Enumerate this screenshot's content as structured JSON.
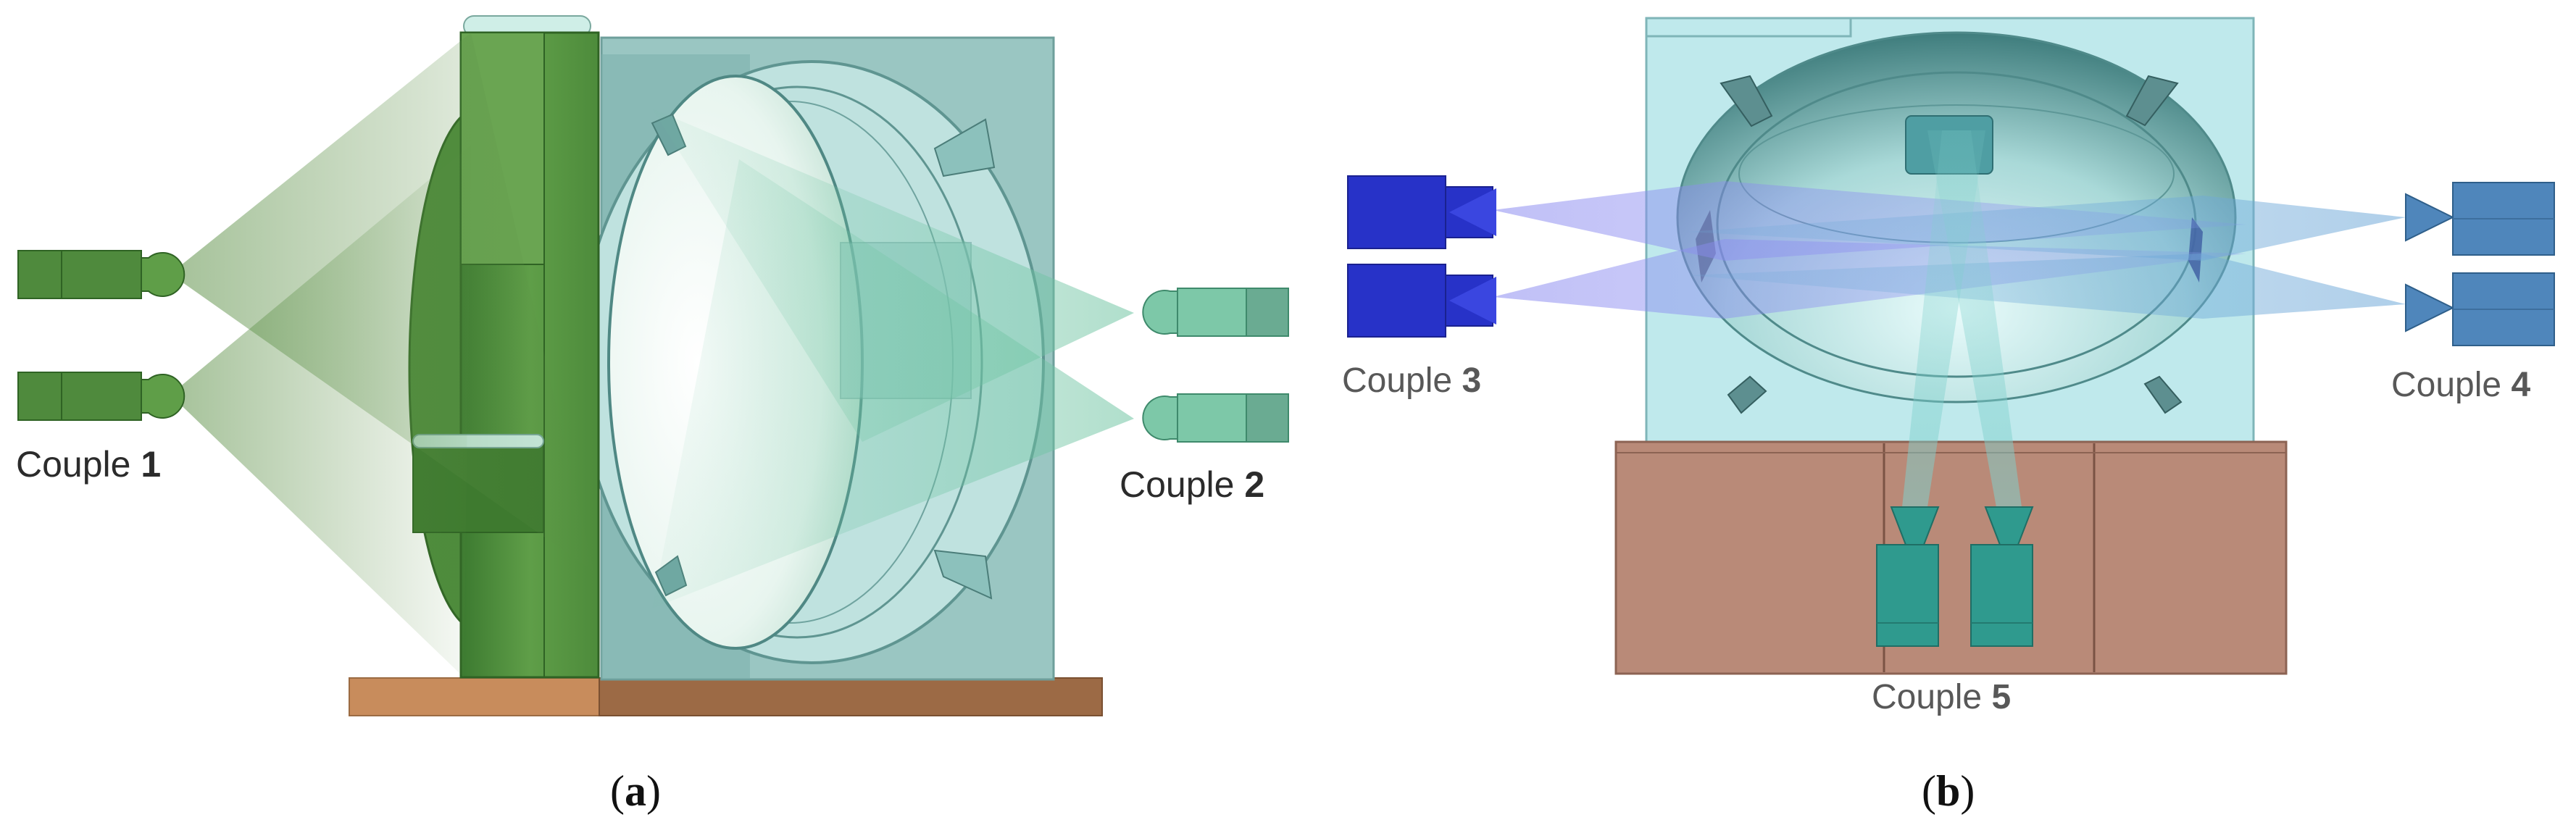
{
  "figure": {
    "panel_a": {
      "label": "a",
      "couples": [
        {
          "word": "Couple",
          "number": "1"
        },
        {
          "word": "Couple",
          "number": "2"
        }
      ]
    },
    "panel_b": {
      "label": "b",
      "couples": [
        {
          "word": "Couple",
          "number": "3"
        },
        {
          "word": "Couple",
          "number": "4"
        },
        {
          "word": "Couple",
          "number": "5"
        }
      ]
    },
    "colors": {
      "green_block": "#5c9a45",
      "green_dark": "#3f7a33",
      "teal_box": "#9ac6c2",
      "copper_base": "#c88c5c",
      "brown_base": "#9c6a45",
      "camera_green": "#4f8a3d",
      "camera_mint": "#7dc8a8",
      "camera_blue": "#2732c8",
      "camera_steel": "#4f86bb",
      "camera_teal": "#2f9a8e",
      "cyan_frame": "#bfe9ec",
      "terracotta": "#b98a78"
    }
  }
}
